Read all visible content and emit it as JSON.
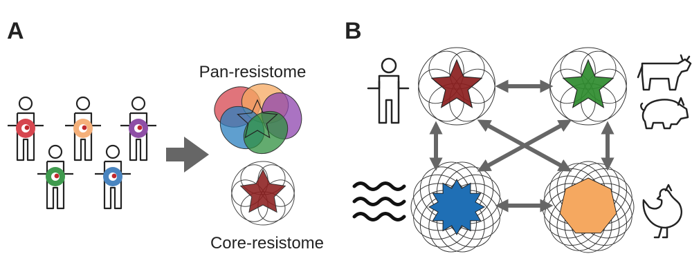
{
  "panels": {
    "a": {
      "letter": "A",
      "pan_label": "Pan-resistome",
      "core_label": "Core-resistome",
      "individual_colors": [
        "#d6464f",
        "#f5b07a",
        "#8e4fa6",
        "#3f9a4e",
        "#4a85c0"
      ],
      "pan_colors": [
        "#d6464f",
        "#f5a860",
        "#8e44ad",
        "#2a7fbf",
        "#2f8f3f"
      ],
      "core_color": "#8b1e1e"
    },
    "b": {
      "letter": "B",
      "hosts": [
        {
          "name": "human",
          "core_color": "#8b1e1e",
          "ring_count": 6,
          "star_points": 5
        },
        {
          "name": "livestock",
          "core_color": "#2e8b2e",
          "ring_count": 6,
          "star_points": 5
        },
        {
          "name": "water",
          "core_color": "#1f6fb5",
          "ring_count": 14,
          "star_points": 12
        },
        {
          "name": "poultry",
          "core_color": "#f5a860",
          "ring_count": 16,
          "star_points": 7
        }
      ]
    }
  },
  "icons": [
    "person-icon",
    "cow-icon",
    "pig-icon",
    "water-waves-icon",
    "chicken-icon",
    "arrow-icon"
  ]
}
